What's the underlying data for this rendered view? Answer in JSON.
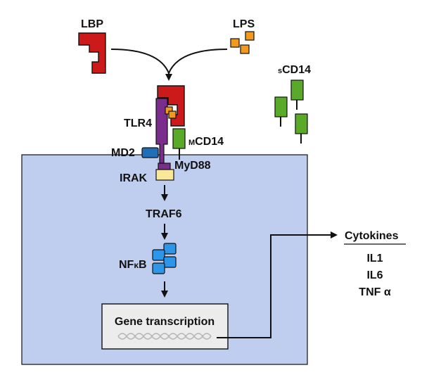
{
  "labels": {
    "lbp": "LBP",
    "lps": "LPS",
    "scd14_prefix": "s",
    "scd14_main": "CD14",
    "tlr4": "TLR4",
    "mcd14_prefix": "M",
    "mcd14_main": "CD14",
    "md2": "MD2",
    "myd88": "MyD88",
    "irak": "IRAK",
    "traf6": "TRAF6",
    "nfkb_pre": "NF",
    "nfkb_kappa": "κ",
    "nfkb_post": "B",
    "gene_transcription": "Gene transcription"
  },
  "cytokines": {
    "title": "Cytokines",
    "items": [
      "IL1",
      "IL6",
      "TNF α"
    ]
  },
  "colors": {
    "cell": "#bfcdee",
    "lbp": "#cc1a1a",
    "lps": "#f39a1e",
    "cd14": "#5aaa2a",
    "tlr4": "#7a2d8c",
    "md2": "#1f6fb8",
    "irak": "#fbe79a",
    "nfkb": "#2f95e8",
    "gene_box": "#ececec"
  }
}
